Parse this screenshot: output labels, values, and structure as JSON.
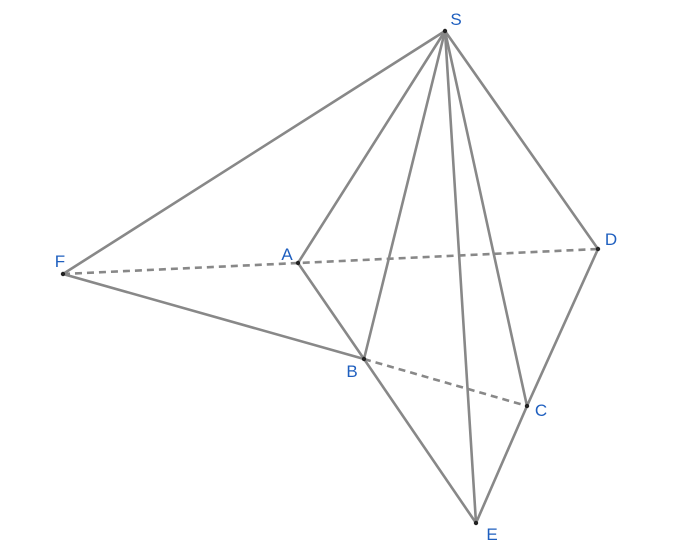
{
  "colors": {
    "edge": "#888888",
    "vertex": "#222222",
    "label": "#1f5fbf",
    "background": "#ffffff"
  },
  "points": [
    {
      "id": "S",
      "label": "S"
    },
    {
      "id": "A",
      "label": "A"
    },
    {
      "id": "B",
      "label": "B"
    },
    {
      "id": "C",
      "label": "C"
    },
    {
      "id": "D",
      "label": "D"
    },
    {
      "id": "E",
      "label": "E"
    },
    {
      "id": "F",
      "label": "F"
    }
  ],
  "segments": [
    {
      "from": "S",
      "to": "F",
      "style": "solid"
    },
    {
      "from": "S",
      "to": "A",
      "style": "solid"
    },
    {
      "from": "S",
      "to": "B",
      "style": "solid"
    },
    {
      "from": "S",
      "to": "E",
      "style": "solid"
    },
    {
      "from": "S",
      "to": "C",
      "style": "solid"
    },
    {
      "from": "S",
      "to": "D",
      "style": "solid"
    },
    {
      "from": "F",
      "to": "B",
      "style": "solid"
    },
    {
      "from": "A",
      "to": "B",
      "style": "solid"
    },
    {
      "from": "B",
      "to": "E",
      "style": "solid"
    },
    {
      "from": "E",
      "to": "C",
      "style": "solid"
    },
    {
      "from": "C",
      "to": "D",
      "style": "solid"
    },
    {
      "from": "F",
      "to": "D",
      "style": "dashed"
    },
    {
      "from": "B",
      "to": "C",
      "style": "dashed"
    }
  ]
}
